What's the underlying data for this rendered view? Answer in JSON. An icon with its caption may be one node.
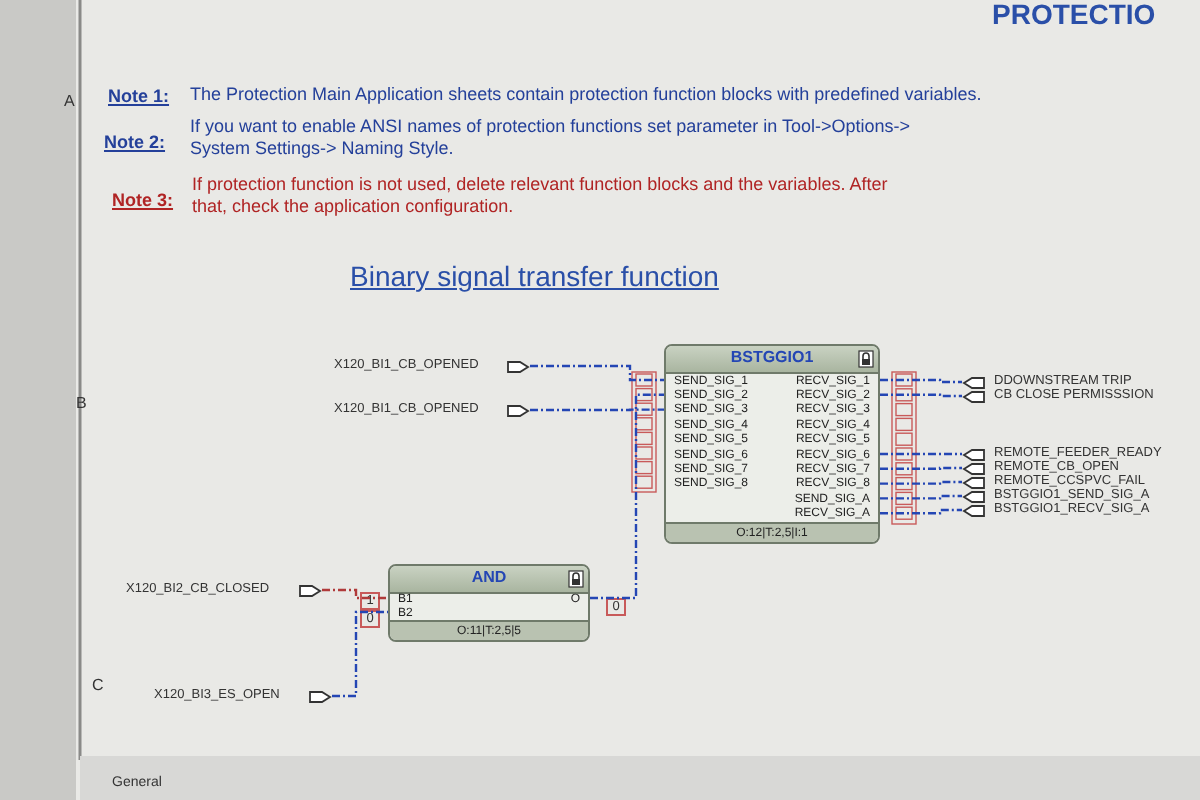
{
  "diagram": {
    "title": "Binary signal transfer function",
    "nodes": [
      {
        "text": [
          "X120_BI1_CB_OPENED"
        ]
      },
      {
        "text": [
          "BSTGGIO1",
          "SEND_SIG_1",
          "SEND_SIG_2",
          "SEND_SIG_3",
          "SEND_SIG_4",
          "SEND_SIG_5",
          "SEND_SIG_6",
          "SEND_SIG_7",
          "SEND_SIG_8",
          "RECV_SIG_1",
          "RECV_SIG_2",
          "RECV_SIG_3",
          "RECV_SIG_4",
          "RECV_SIG_5",
          "RECV_SIG_6",
          "RECV_SIG_7",
          "RECV_SIG_8",
          "SEND_SIG_A",
          "RECV_SIG_A",
          "O:12|T:2,5|I:1"
        ]
      },
      {
        "text": [
          "DDOWNSTREAM TRIP"
        ]
      },
      {
        "text": [
          "CB CLOSE PERMISSSION"
        ]
      },
      {
        "text": [
          "X120_BI1_CB_OPENED"
        ]
      },
      {
        "text": [
          "REMOTE_FEEDER_READY"
        ]
      },
      {
        "text": [
          "REMOTE_CB_OPEN"
        ]
      },
      {
        "text": [
          "REMOTE_CCSPVC_FAIL"
        ]
      },
      {
        "text": [
          "BSTGGIO1_SEND_SIG_A"
        ]
      },
      {
        "text": [
          "BSTGGIO1_RECV_SIG_A"
        ]
      },
      {
        "text": [
          "AND",
          "B1",
          "B2",
          "O",
          "O:11|T:2,5|5"
        ]
      },
      {
        "text": [
          "X120_BI2_CB_CLOSED"
        ]
      },
      {
        "text": [
          "X120_BI3_ES_OPEN"
        ]
      }
    ],
    "edges": [
      {
        "from": 0,
        "to": 1,
        "arrow": "none",
        "style": "dashed"
      },
      {
        "from": 10,
        "to": 1,
        "arrow": "none",
        "style": "dashed"
      },
      {
        "from": 4,
        "to": 1,
        "arrow": "none",
        "style": "dashed"
      },
      {
        "from": 1,
        "to": 2,
        "arrow": "none",
        "style": "dashed"
      },
      {
        "from": 1,
        "to": 3,
        "arrow": "none",
        "style": "dashed"
      },
      {
        "from": 1,
        "to": 5,
        "arrow": "none",
        "style": "dashed"
      },
      {
        "from": 1,
        "to": 6,
        "arrow": "none",
        "style": "dashed"
      },
      {
        "from": 1,
        "to": 7,
        "arrow": "none",
        "style": "dashed"
      },
      {
        "from": 1,
        "to": 8,
        "arrow": "none",
        "style": "dashed"
      },
      {
        "from": 1,
        "to": 9,
        "arrow": "none",
        "style": "dashed"
      },
      {
        "from": 11,
        "to": 10,
        "arrow": "none",
        "style": "dashed",
        "color": "#b03a3a"
      },
      {
        "from": 12,
        "to": 10,
        "arrow": "none",
        "style": "dashed"
      }
    ],
    "labels": [
      "PROTECTIO",
      "A",
      "Note 1:",
      "The Protection Main Application sheets contain protection function blocks with predefined variables.",
      "Note 2:",
      "If you want to enable ANSI names of protection functions set parameter in Tool->Options-> System Settings-> Naming Style.",
      "Note 3:",
      "If protection function is not used, delete relevant function blocks and the variables. After that, check the application configuration.",
      "B",
      "1",
      "0",
      "0",
      "C",
      "General"
    ]
  }
}
